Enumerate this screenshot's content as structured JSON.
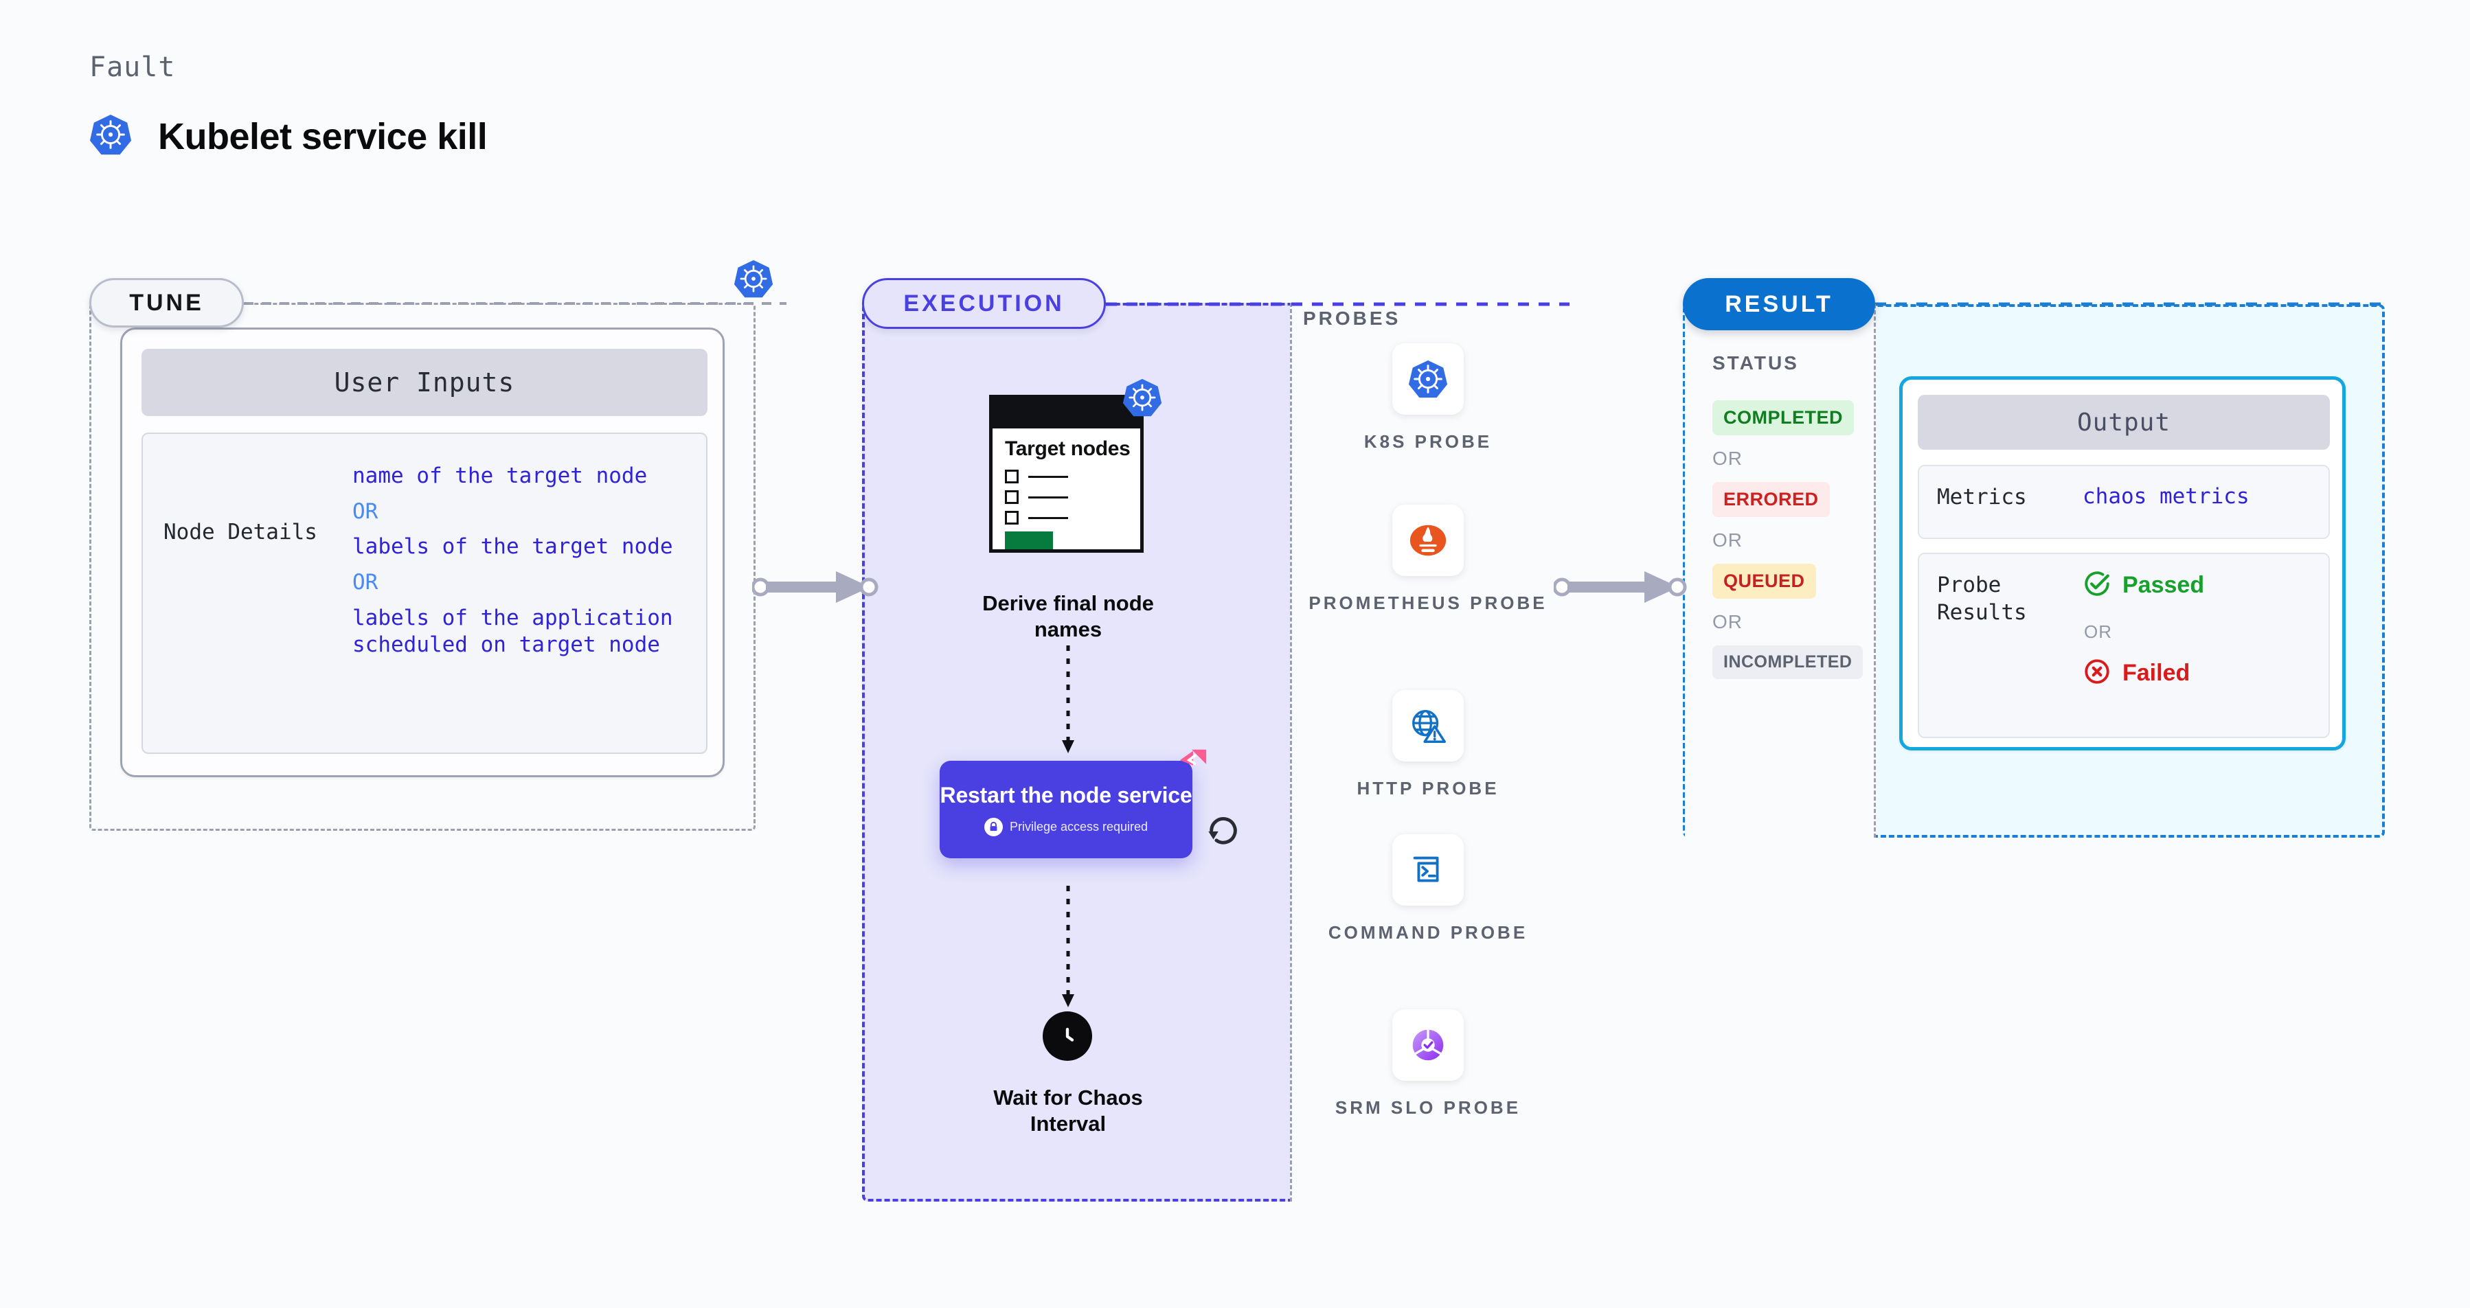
{
  "header": {
    "eyebrow": "Fault",
    "title": "Kubelet service kill",
    "icon": "kubernetes-icon"
  },
  "tune": {
    "badge": "TUNE",
    "corner_icon": "kubernetes-icon",
    "card": {
      "header": "User Inputs",
      "rows": [
        {
          "key": "Node Details",
          "values": [
            {
              "type": "value",
              "text": "name of the target node"
            },
            {
              "type": "or",
              "text": "OR"
            },
            {
              "type": "value",
              "text": "labels of the target node"
            },
            {
              "type": "or",
              "text": "OR"
            },
            {
              "type": "value",
              "text": "labels of the application scheduled on target node"
            }
          ]
        }
      ]
    }
  },
  "execution": {
    "badge": "EXECUTION",
    "nodes": {
      "doc": {
        "title": "Target nodes",
        "caption": "Derive final node names",
        "badge_icon": "kubernetes-icon",
        "checklist_items": 3,
        "progress_bar_color": "#077a3e"
      },
      "action": {
        "title": "Restart the node service",
        "subtitle": "Privilege access required",
        "lock_icon": "lock-icon",
        "corner_icon": "chaos-mark-icon",
        "side_icon": "rotate-ccw-icon",
        "color": "#4a3fe0"
      },
      "wait": {
        "icon": "clock-icon",
        "caption": "Wait for Chaos Interval"
      }
    }
  },
  "probes": {
    "title": "PROBES",
    "items": [
      {
        "label": "K8S PROBE",
        "icon": "kubernetes-icon"
      },
      {
        "label": "PROMETHEUS PROBE",
        "icon": "prometheus-icon"
      },
      {
        "label": "HTTP PROBE",
        "icon": "globe-warning-icon"
      },
      {
        "label": "COMMAND PROBE",
        "icon": "terminal-icon"
      },
      {
        "label": "SRM SLO PROBE",
        "icon": "srm-slo-icon"
      }
    ]
  },
  "result": {
    "badge": "RESULT",
    "status": {
      "title": "STATUS",
      "separator": "OR",
      "badges": [
        {
          "label": "COMPLETED",
          "bg": "#dcf5de",
          "fg": "#0f7d20"
        },
        {
          "label": "ERRORED",
          "bg": "#fdeaea",
          "fg": "#cf2020"
        },
        {
          "label": "QUEUED",
          "bg": "#fdeec2",
          "fg": "#c72020"
        },
        {
          "label": "INCOMPLETED",
          "bg": "#eceef4",
          "fg": "#5c6270"
        }
      ]
    },
    "output": {
      "header": "Output",
      "metrics_key": "Metrics",
      "metrics_value": "chaos metrics",
      "probe_results_key": "Probe Results",
      "passed": "Passed",
      "separator": "OR",
      "failed": "Failed",
      "passed_color": "#18a02c",
      "failed_color": "#d91b1b"
    }
  },
  "connectors": {
    "tune_to_execution": "arrow-right-icon",
    "execution_to_result": "arrow-right-icon"
  }
}
